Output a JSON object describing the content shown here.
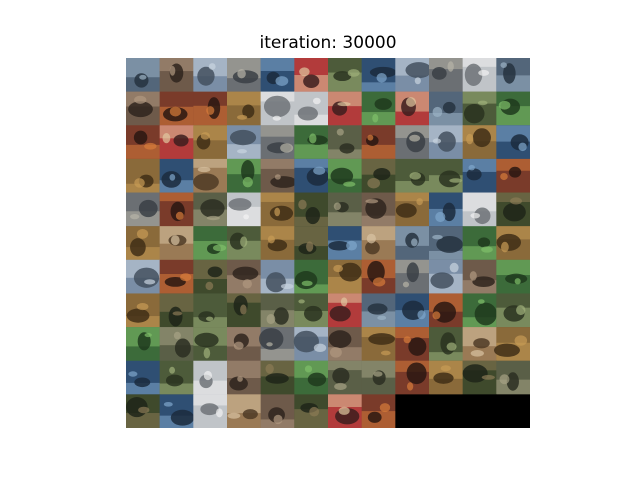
{
  "figure": {
    "title": "iteration: 30000"
  },
  "grid": {
    "rows": 11,
    "columns": 12,
    "filled_tiles": 128,
    "empty_fill": "#000000"
  },
  "tile_palette": [
    [
      "#6b6f73",
      "#b7b3a6",
      "#3a3f45"
    ],
    [
      "#3f4a2c",
      "#8b7a55",
      "#1f2419"
    ],
    [
      "#7a8ea6",
      "#c9d4df",
      "#43505e"
    ],
    [
      "#4d5b3a",
      "#9fb07a",
      "#2a3320"
    ],
    [
      "#9a7a55",
      "#d9c3a2",
      "#4f3b26"
    ],
    [
      "#2f4f73",
      "#7fa7cc",
      "#1b2a3d"
    ],
    [
      "#7a3b2a",
      "#d77c3a",
      "#2a1712"
    ],
    [
      "#5a5f47",
      "#a6a384",
      "#2c2e22"
    ],
    [
      "#c0c4c8",
      "#f2f2f2",
      "#6e7378"
    ],
    [
      "#3c6b3a",
      "#7fbf6a",
      "#1e3a1d"
    ],
    [
      "#8a6a3a",
      "#c79b55",
      "#3f2e16"
    ],
    [
      "#b23b3b",
      "#e0c8a0",
      "#3d1f1f"
    ],
    [
      "#53667a",
      "#9db3c6",
      "#263240"
    ],
    [
      "#6e5a4a",
      "#b09880",
      "#2f251d"
    ]
  ]
}
